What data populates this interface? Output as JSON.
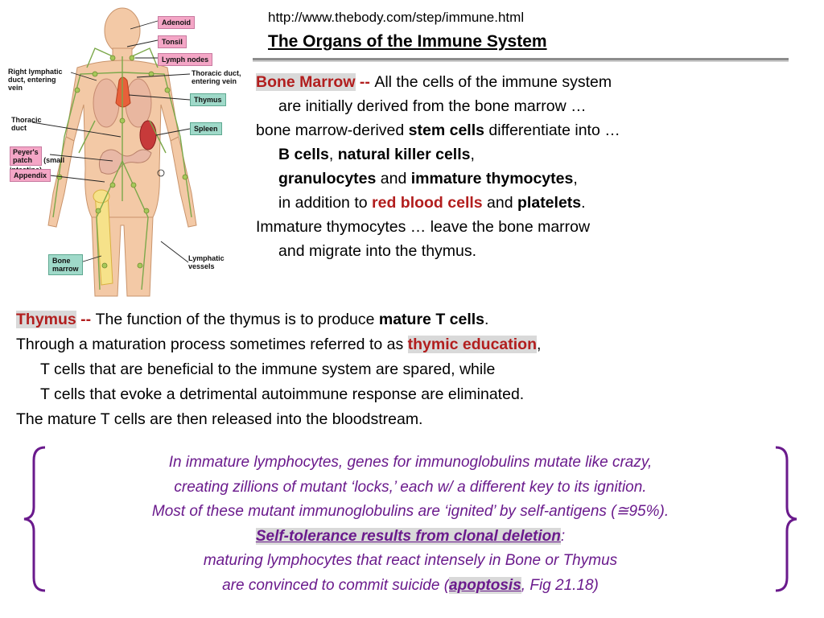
{
  "header": {
    "source_url": "http://www.thebody.com/step/immune.html",
    "title": "The Organs of the Immune System"
  },
  "figure": {
    "labels": {
      "adenoid": "Adenoid",
      "tonsil": "Tonsil",
      "lymph_nodes": "Lymph nodes",
      "right_lymphatic_duct": "Right lymphatic\nduct, entering\nvein",
      "thoracic_duct_entering": "Thoracic duct,\nentering vein",
      "thymus": "Thymus",
      "thoracic_duct": "Thoracic\nduct",
      "spleen": "Spleen",
      "peyers_patch_bold": "Peyer's\npatch",
      "peyers_patch_rest": " (small\nintestine)",
      "appendix": "Appendix",
      "bone_marrow": "Bone\nmarrow",
      "lymphatic_vessels": "Lymphatic\nvessels"
    },
    "colors": {
      "pink_label": "#f4a6c6",
      "teal_label": "#9fd9c9"
    }
  },
  "bone_marrow": {
    "term": "Bone Marrow",
    "dash": " -- ",
    "l1_rest": "All the cells of the immune system",
    "l2": "are initially derived from the bone marrow …",
    "l3_a": "bone marrow-derived ",
    "l3_b": "stem cells",
    "l3_c": " differentiate into …",
    "l4_a": "B cells",
    "l4_b": ", ",
    "l4_c": "natural killer cells",
    "l4_d": ",",
    "l5_a": "granulocytes",
    "l5_b": " and ",
    "l5_c": "immature thymocytes",
    "l5_d": ",",
    "l6_a": "in addition to ",
    "l6_b": "red blood cells",
    "l6_c": " and ",
    "l6_d": "platelets",
    "l6_e": ".",
    "l7": "Immature thymocytes …  leave the bone marrow",
    "l8": "and migrate into the thymus."
  },
  "thymus": {
    "term": "Thymus",
    "dash": " -- ",
    "l1_a": "The function of the thymus is to produce ",
    "l1_b": "mature T cells",
    "l1_c": ".",
    "l2_a": "Through a maturation process sometimes referred to as ",
    "l2_b": "thymic education",
    "l2_c": ",",
    "l3": "T cells that are beneficial to the immune system are spared, while",
    "l4": "T cells that evoke a detrimental autoimmune response are eliminated.",
    "l5": "The mature T cells are then released into the bloodstream."
  },
  "tolerance_box": {
    "l1": "In immature lymphocytes, genes for immunoglobulins mutate like crazy,",
    "l2": "creating zillions of mutant ‘locks,’  each w/ a different key to its ignition.",
    "l3": "Most of these mutant immunoglobulins are ‘ignited’ by self-antigens (≅95%).",
    "l4_a": "Self-tolerance results from clonal deletion",
    "l4_b": ":",
    "l5": "maturing lymphocytes that react intensely in Bone or Thymus",
    "l6_a": "are convinced to commit suicide (",
    "l6_b": "apoptosis",
    "l6_c": ", Fig 21.18)",
    "color": "#6a1a8c"
  }
}
